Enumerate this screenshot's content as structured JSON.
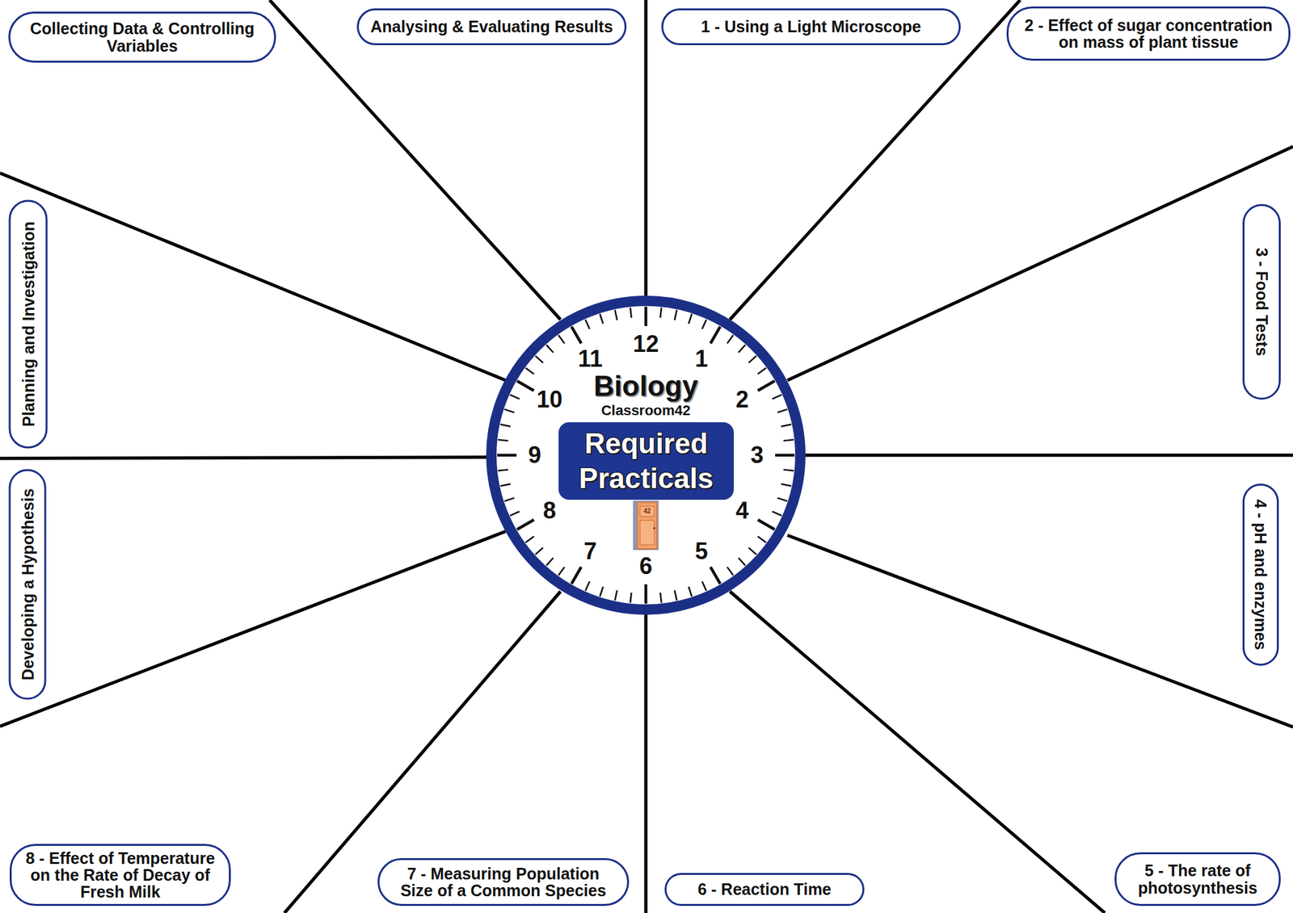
{
  "diagram": {
    "nodes": [
      {
        "text": [
          "Collecting Data & Controlling Variables"
        ]
      },
      {
        "text": [
          "Analysing & Evaluating Results"
        ]
      },
      {
        "text": [
          "1 - Using a Light Microscope"
        ]
      },
      {
        "text": [
          "2 - Effect of sugar concentration on mass of plant tissue"
        ]
      },
      {
        "text": [
          "Planning and Investigation"
        ]
      },
      {
        "text": [
          "Biology",
          "Classroom42"
        ]
      },
      {
        "text": [
          "Required Practicals"
        ],
        "in": 5
      },
      {
        "text": [
          "3 - Food Tests"
        ]
      },
      {
        "text": [
          "Developing a Hypothesis"
        ]
      },
      {
        "text": [
          "4 - pH and enzymes"
        ]
      },
      {
        "text": [
          "8 - Effect of Temperature on the Rate of Decay of Fresh Milk"
        ]
      },
      {
        "text": [
          "7 - Measuring Population Size of a Common Species"
        ]
      },
      {
        "text": [
          "6 - Reaction Time"
        ]
      },
      {
        "text": [
          "5 - The rate of photosynthesis"
        ]
      }
    ],
    "labels": [
      "12",
      "1",
      "2",
      "3",
      "4",
      "5",
      "6",
      "7",
      "8",
      "9",
      "10",
      "11",
      "42"
    ]
  }
}
